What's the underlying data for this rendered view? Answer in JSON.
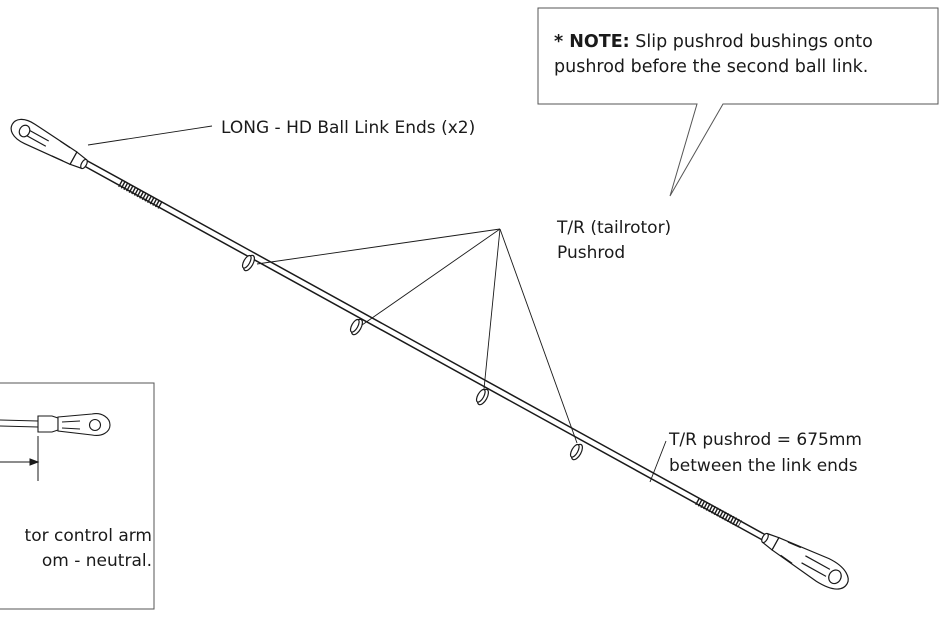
{
  "note": {
    "marker": "* ",
    "label": "NOTE:",
    "line1": " Slip pushrod bushings onto",
    "line2": "pushrod before the second ball link."
  },
  "labels": {
    "ball_link_ends": "LONG - HD Ball Link Ends (x2)",
    "pushrod_line1": "T/R (tailrotor)",
    "pushrod_line2": "Pushrod",
    "length_line1": "T/R pushrod = 675mm",
    "length_line2": "between the link ends"
  },
  "inset": {
    "line1": "tor control arm",
    "line2": "om - neutral."
  }
}
